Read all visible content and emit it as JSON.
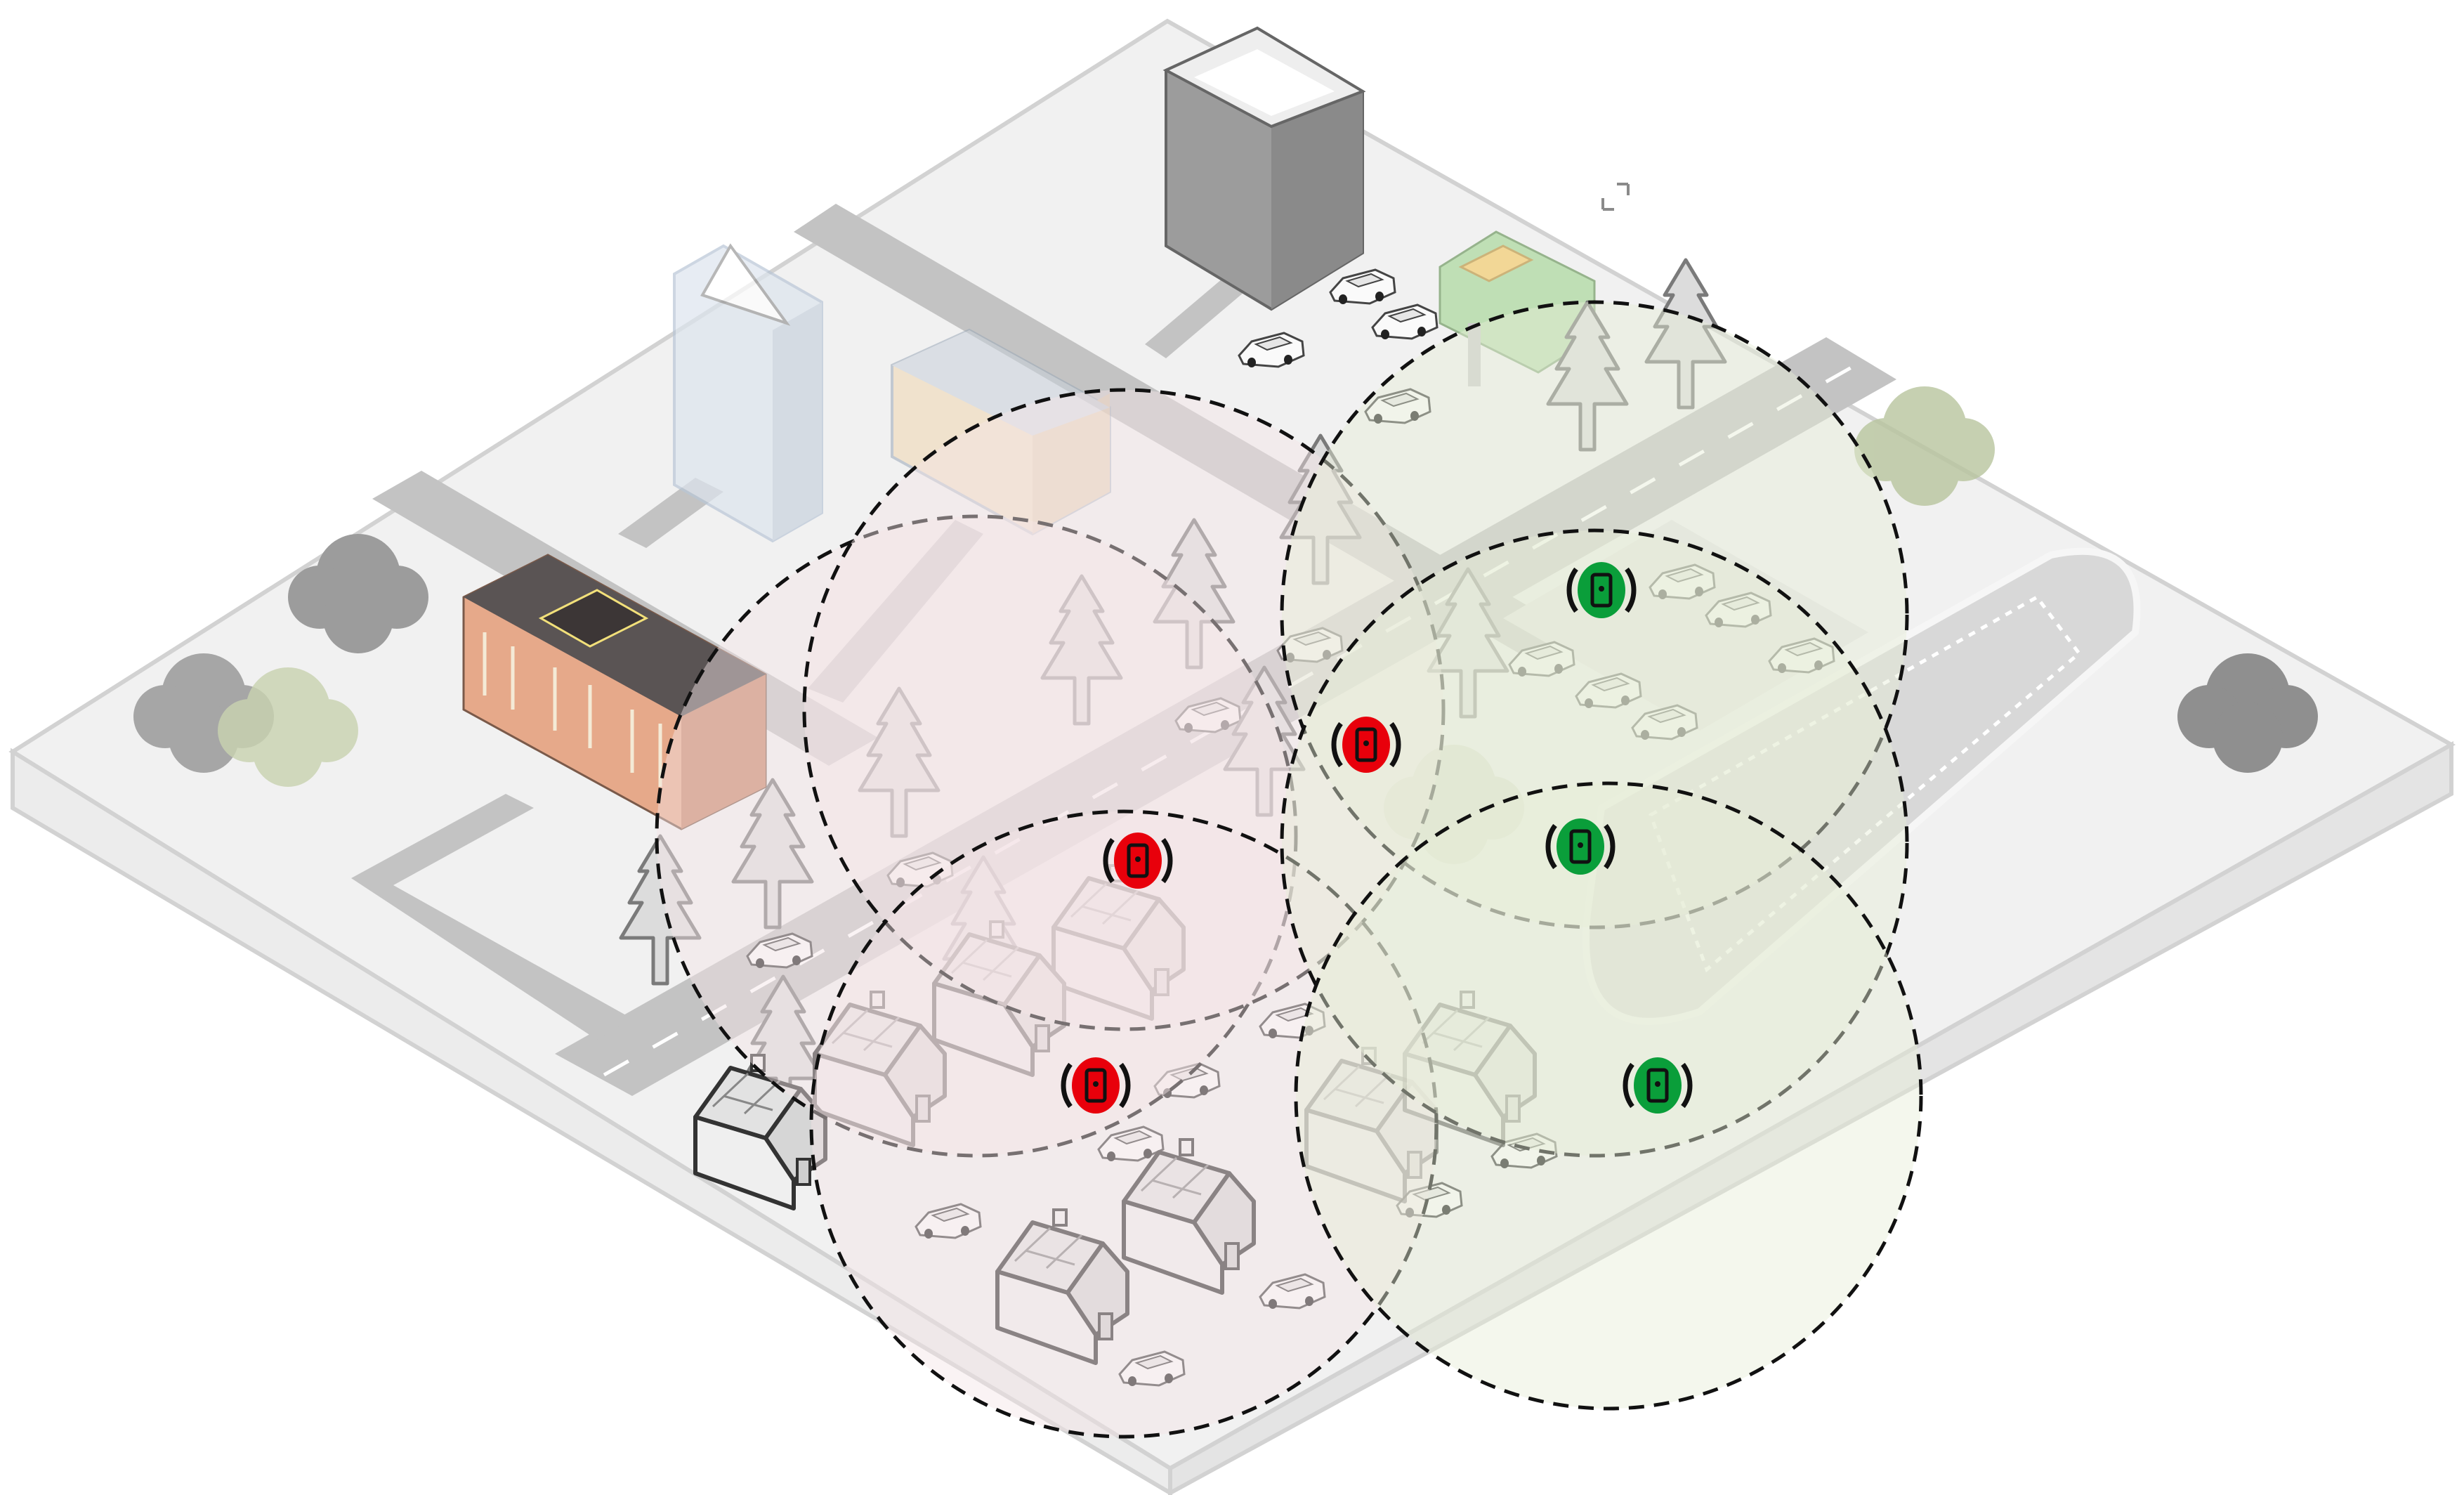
{
  "scene": {
    "sensors": [
      {
        "id": "s1",
        "status": "alert",
        "color": "#e8000b"
      },
      {
        "id": "s2",
        "status": "alert",
        "color": "#e8000b"
      },
      {
        "id": "s3",
        "status": "alert",
        "color": "#e8000b"
      },
      {
        "id": "s4",
        "status": "ok",
        "color": "#0a9e3a"
      },
      {
        "id": "s5",
        "status": "ok",
        "color": "#0a9e3a"
      },
      {
        "id": "s6",
        "status": "ok",
        "color": "#0a9e3a"
      }
    ],
    "zones": [
      {
        "id": "z1",
        "status": "alert"
      },
      {
        "id": "z2",
        "status": "alert"
      },
      {
        "id": "z3",
        "status": "alert"
      },
      {
        "id": "z4",
        "status": "ok"
      },
      {
        "id": "z5",
        "status": "ok"
      },
      {
        "id": "z6",
        "status": "ok"
      }
    ],
    "colors": {
      "alert_zone_fill": "#f3e4e6",
      "ok_zone_fill": "#e6eed8",
      "platform": "#f0f0f0",
      "road": "#bdbdbd",
      "tree_outline": "#7a7a7a",
      "zone_border": "#111111"
    },
    "icons": [
      "tree-icon",
      "house-icon",
      "car-icon",
      "office-tower-icon",
      "school-building-icon",
      "gas-station-icon",
      "sensor-icon",
      "expand-icon"
    ]
  }
}
